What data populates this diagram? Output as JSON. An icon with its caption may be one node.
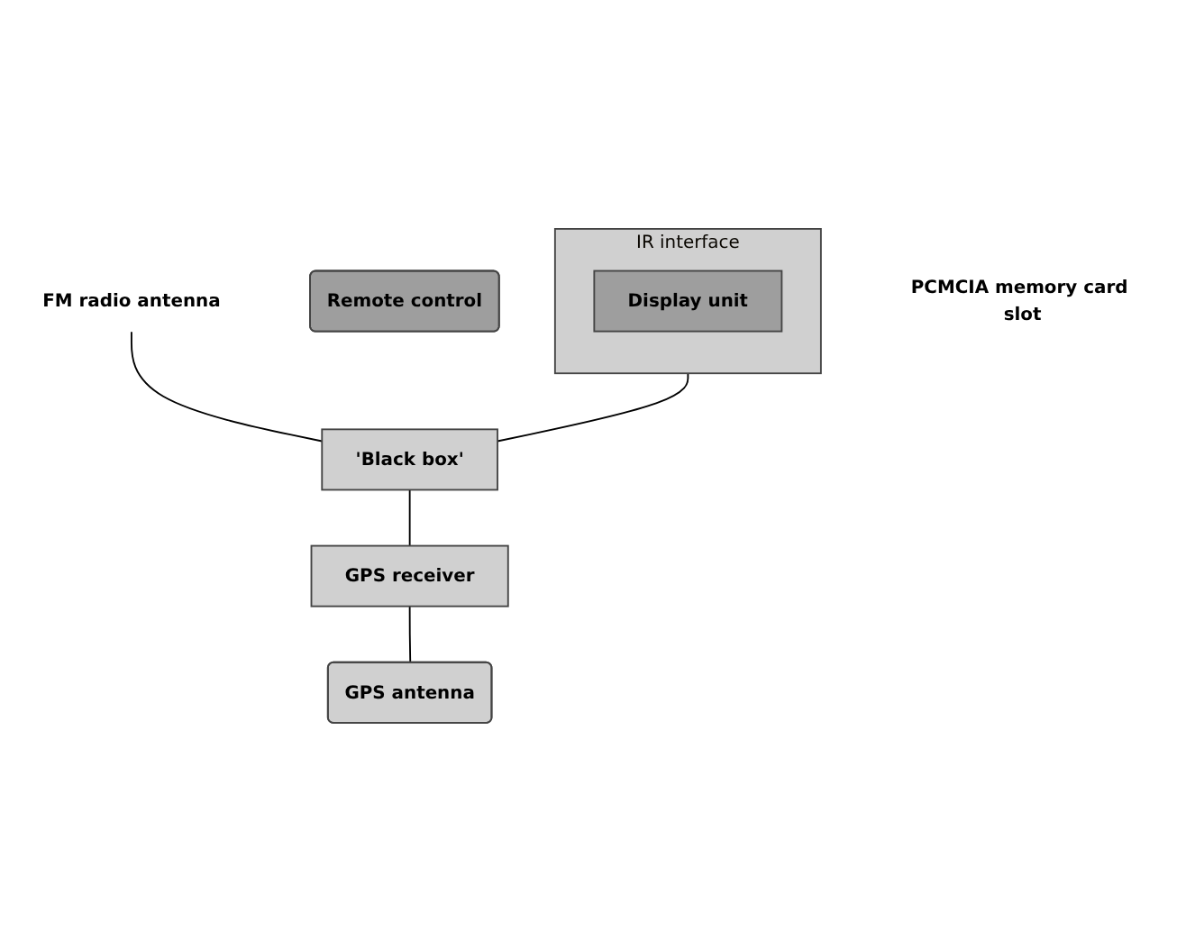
{
  "diagram": {
    "nodes": [
      {
        "text": [
          "IR interface"
        ]
      },
      {
        "text": [
          "Display unit"
        ],
        "in": 0
      },
      {
        "text": [
          "Remote control"
        ]
      },
      {
        "text": [
          "FM radio antenna"
        ]
      },
      {
        "text": [
          "'Black box'"
        ]
      },
      {
        "text": [
          "GPS receiver"
        ]
      },
      {
        "text": [
          "GPS antenna"
        ]
      },
      {
        "text": [
          "PCMCIA memory card slot"
        ]
      }
    ],
    "edges": [
      {
        "from": 0,
        "to": 4,
        "arrow": "none"
      },
      {
        "from": 3,
        "to": 4,
        "arrow": "none"
      },
      {
        "from": 4,
        "to": 5,
        "arrow": "none"
      },
      {
        "from": 5,
        "to": 6,
        "arrow": "none"
      }
    ]
  }
}
